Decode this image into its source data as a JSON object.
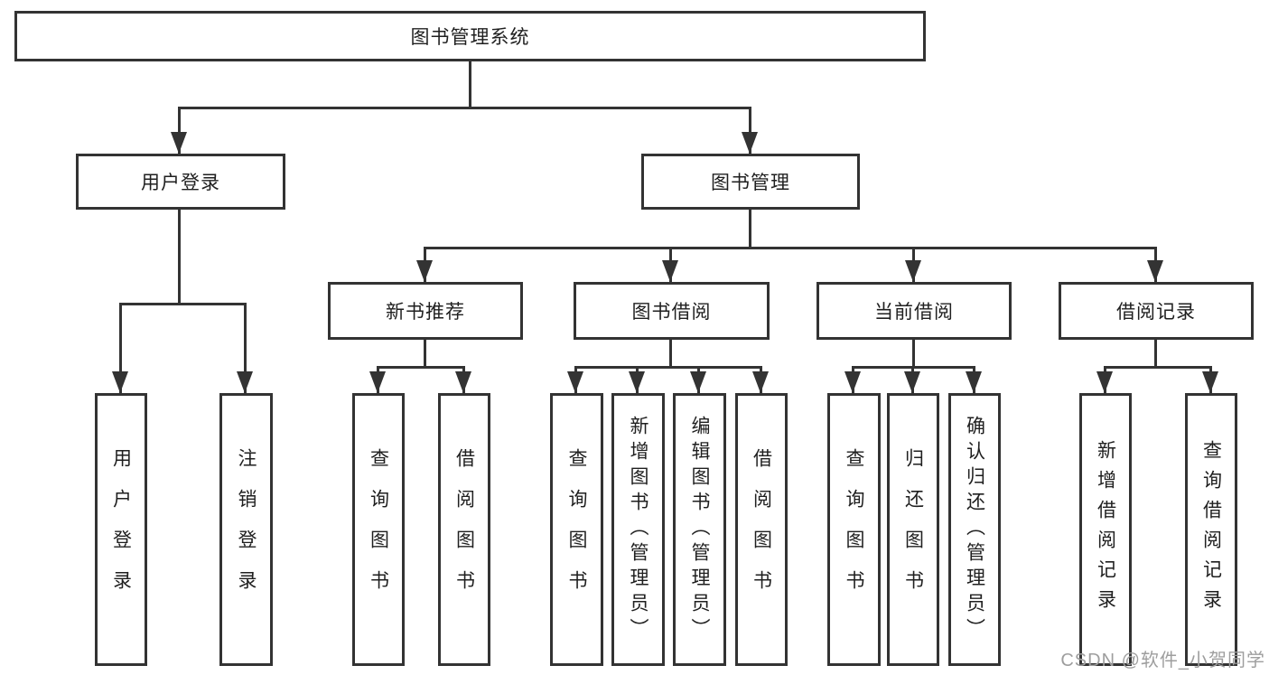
{
  "diagram_type": "hierarchy-tree",
  "tree": {
    "label": "图书管理系统",
    "children": [
      {
        "label": "用户登录",
        "children": [
          {
            "label": "用户登录"
          },
          {
            "label": "注销登录"
          }
        ]
      },
      {
        "label": "图书管理",
        "children": [
          {
            "label": "新书推荐",
            "children": [
              {
                "label": "查询图书"
              },
              {
                "label": "借阅图书"
              }
            ]
          },
          {
            "label": "图书借阅",
            "children": [
              {
                "label": "查询图书"
              },
              {
                "label": "新增图书（管理员）"
              },
              {
                "label": "编辑图书（管理员）"
              },
              {
                "label": "借阅图书"
              }
            ]
          },
          {
            "label": "当前借阅",
            "children": [
              {
                "label": "查询图书"
              },
              {
                "label": "归还图书"
              },
              {
                "label": "确认归还（管理员）"
              }
            ]
          },
          {
            "label": "借阅记录",
            "children": [
              {
                "label": "新增借阅记录"
              },
              {
                "label": "查询借阅记录"
              }
            ]
          }
        ]
      }
    ]
  },
  "watermark": {
    "text": "CSDN @软件_小贺同学"
  },
  "colors": {
    "line": "#333333",
    "text": "#1f1f1f",
    "watermark_text": "#9e9e9e",
    "background": "#ffffff"
  }
}
